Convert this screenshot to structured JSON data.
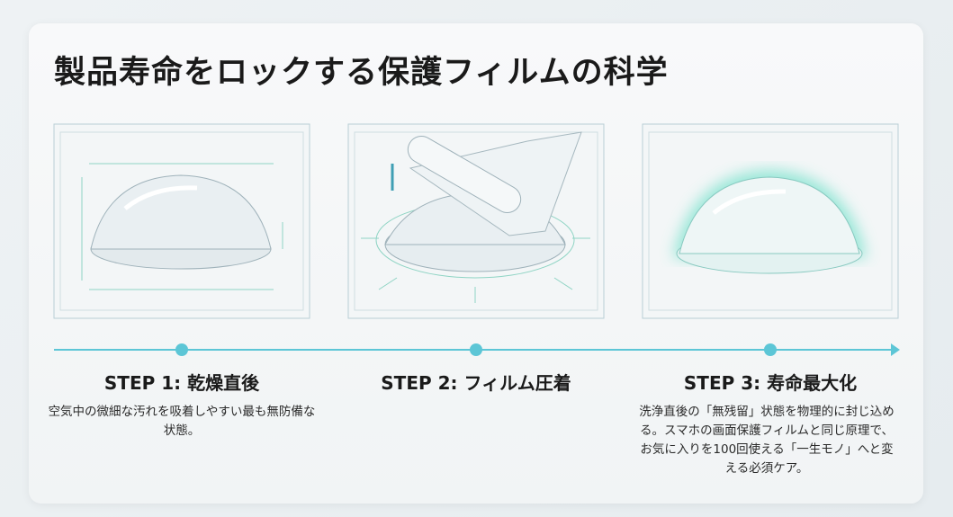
{
  "title": "製品寿命をロックする保護フィルムの科学",
  "accent_color": "#5cc6d6",
  "steps": [
    {
      "label": "STEP 1: 乾燥直後",
      "description": "空気中の微細な汚れを吸着しやすい最も無防備な状態。",
      "illustration": "dried-dome-measured"
    },
    {
      "label": "STEP 2: フィルム圧着",
      "description": "",
      "illustration": "film-roll-pressing"
    },
    {
      "label": "STEP 3: 寿命最大化",
      "description": "洗浄直後の「無残留」状態を物理的に封じ込める。スマホの画面保護フィルムと同じ原理で、お気に入りを100回使える「一生モノ」へと変える必須ケア。",
      "illustration": "glowing-sealed-dome"
    }
  ]
}
